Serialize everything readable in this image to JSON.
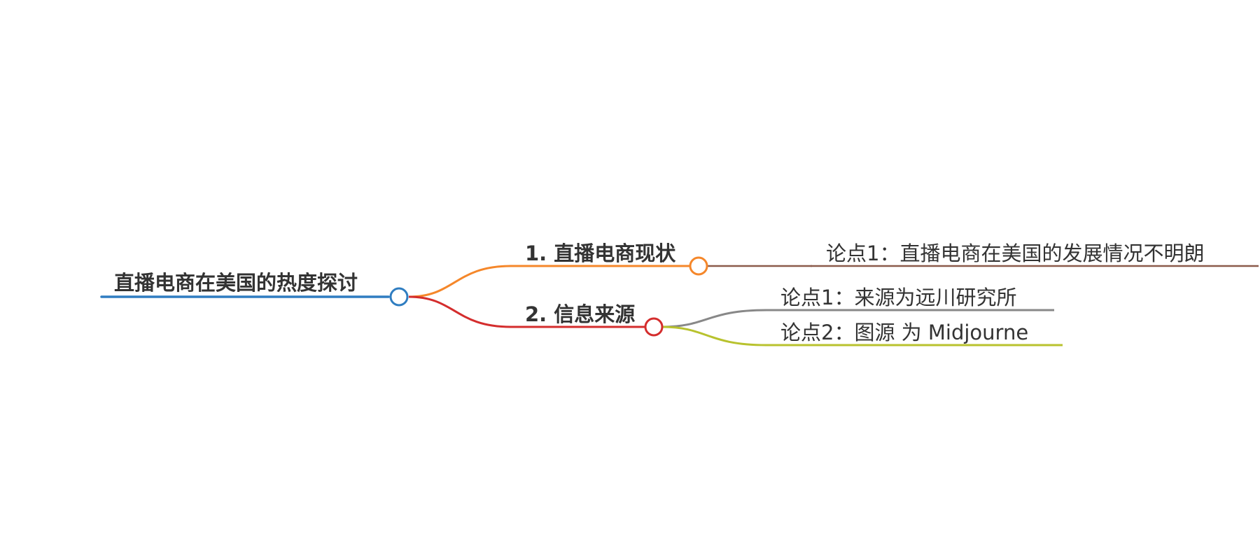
{
  "mindmap": {
    "root": {
      "label": "直播电商在美国的热度探讨",
      "color": "#2f7dc1"
    },
    "branches": [
      {
        "label": "1. 直播电商现状",
        "color": "#f5872a",
        "children": [
          {
            "label": "论点1：直播电商在美国的发展情况不明朗",
            "color": "#8b5a4a"
          }
        ]
      },
      {
        "label": "2. 信息来源",
        "color": "#d42d2d",
        "children": [
          {
            "label": "论点1：来源为远川研究所",
            "color": "#888888"
          },
          {
            "label": "论点2：图源 为 Midjourne",
            "color": "#b8c22e"
          }
        ]
      }
    ]
  }
}
